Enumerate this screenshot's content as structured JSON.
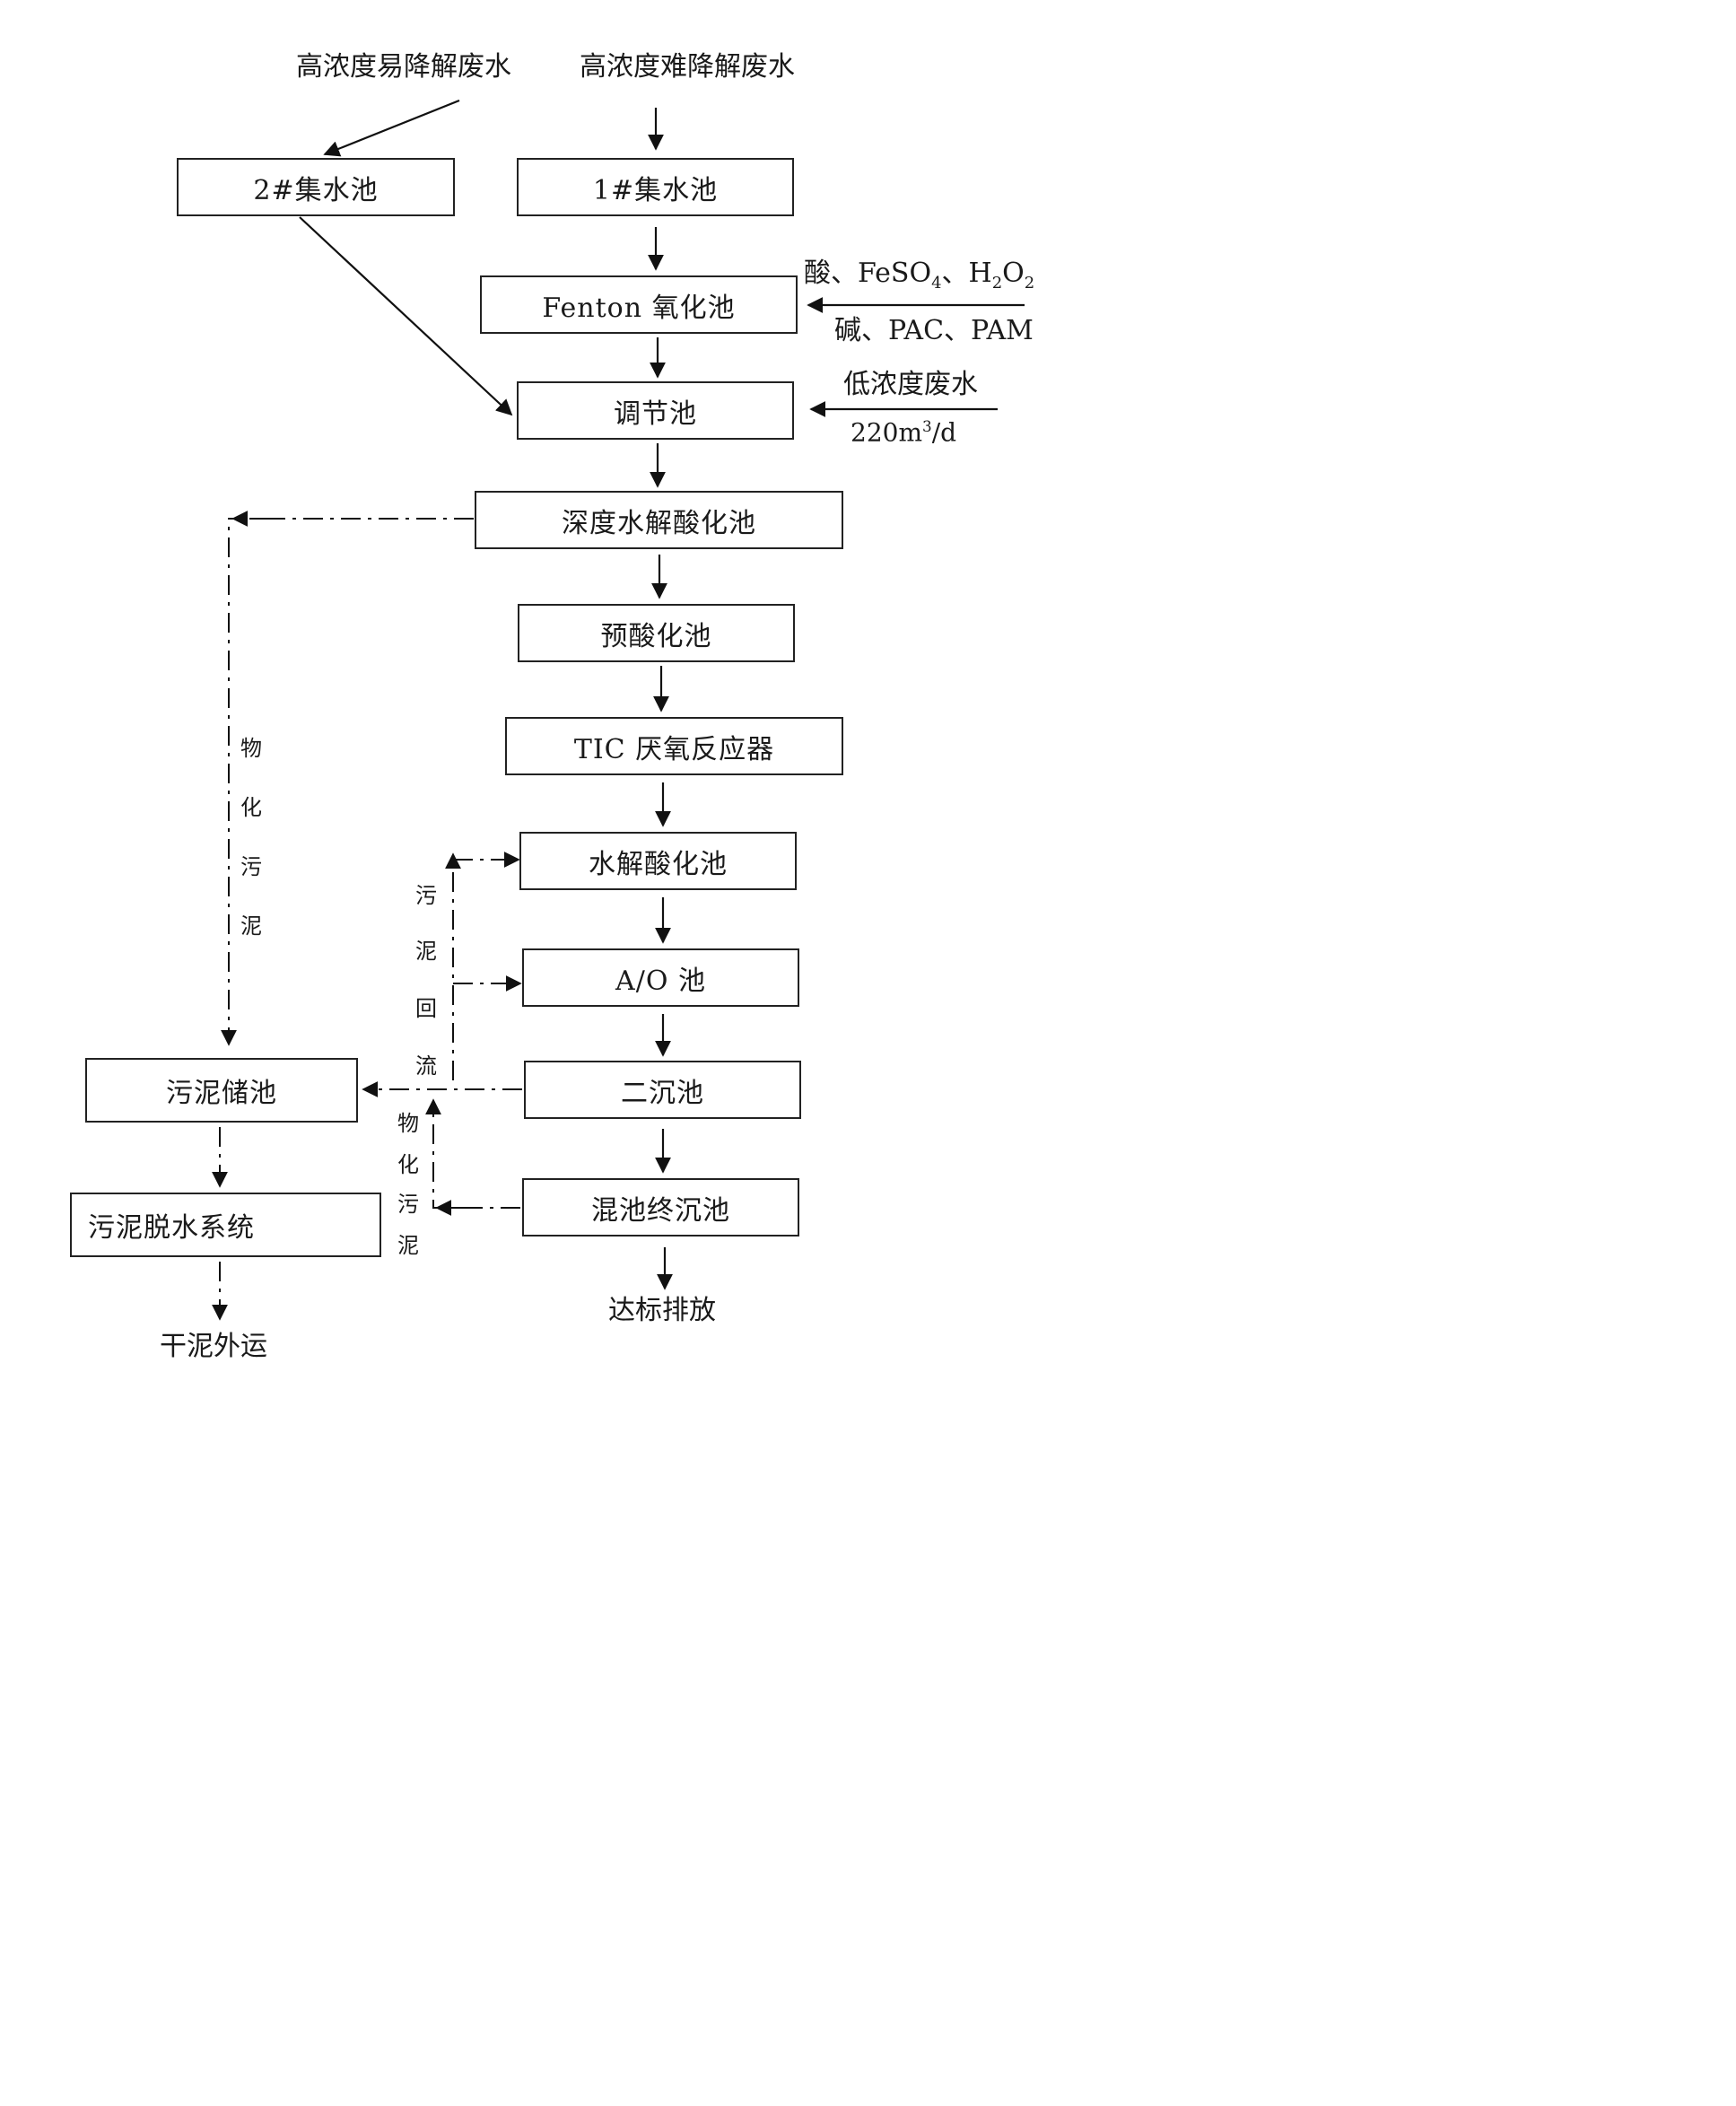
{
  "inputs": {
    "easy_wastewater": "高浓度易降解废水",
    "hard_wastewater": "高浓度难降解废水",
    "low_conc_wastewater": "低浓度废水",
    "low_conc_flow": {
      "value": "220m",
      "exp": "3",
      "unit": "/d"
    }
  },
  "reagents": {
    "acid": "酸、FeSO",
    "fe_sub": "4",
    "sep": "、H",
    "h_sub": "2",
    "o": "O",
    "o_sub": "2",
    "base": "碱、PAC、PAM"
  },
  "tanks": {
    "tank2": "2#集水池",
    "tank1": "1#集水池",
    "fenton": "Fenton 氧化池",
    "regulating": "调节池",
    "deep_hydrolysis": "深度水解酸化池",
    "pre_acid": "预酸化池",
    "tic": "TIC 厌氧反应器",
    "hydrolysis": "水解酸化池",
    "ao": "A/O 池",
    "secondary": "二沉池",
    "final_settle": "混池终沉池",
    "sludge_storage": "污泥储池",
    "sludge_dewater": "污泥脱水系统"
  },
  "outputs": {
    "discharge": "达标排放",
    "dry_sludge": "干泥外运"
  },
  "vertical_labels": {
    "physchem_sludge_left": [
      "物",
      "化",
      "污",
      "泥"
    ],
    "sludge_return": [
      "污",
      "泥",
      "回",
      "流"
    ],
    "physchem_sludge_mid": [
      "物",
      "化",
      "污",
      "泥"
    ]
  }
}
